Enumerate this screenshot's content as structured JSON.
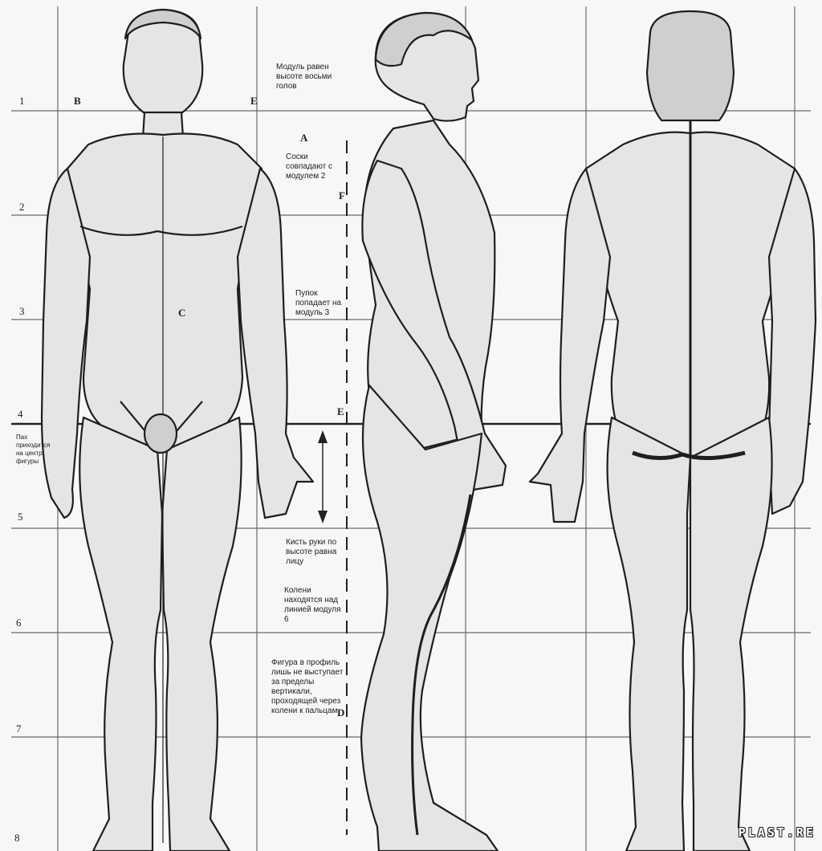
{
  "module_numbers": [
    "1",
    "2",
    "3",
    "4",
    "5",
    "6",
    "7",
    "8"
  ],
  "point_labels": {
    "B": "B",
    "E_top": "E",
    "A": "A",
    "F": "F",
    "C": "C",
    "E_mid": "E",
    "D": "D"
  },
  "notes": {
    "n1": "Модуль равен высоте восьми голов",
    "n2": "Соски совпадают с модулем 2",
    "n3": "Пупок попадает на модуль 3",
    "n4": "Пах приходится на центр фигуры",
    "n5": "Кисть руки по высоте равна лицу",
    "n6": "Колени находятся над линией модуля 6",
    "n7": "Фигура в профиль лишь не выступает за пределы вертикали, проходящей через колени к пальцам"
  },
  "watermark": "PLAST.RE",
  "colors": {
    "paper": "#f7f7f7",
    "grid": "#555555",
    "ink": "#1e1e1e",
    "skin": "#e4e4e4",
    "shade": "#bdbdbd"
  }
}
